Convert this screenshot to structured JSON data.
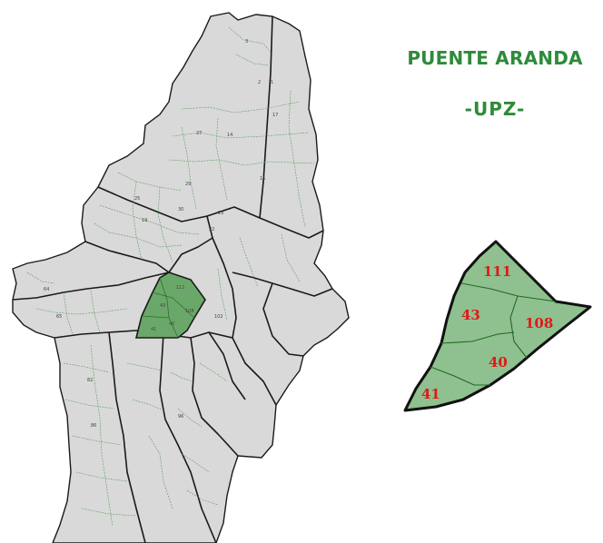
{
  "title": {
    "main": "PUENTE ARANDA",
    "sub": "-UPZ-"
  },
  "colors": {
    "title": "#2e8b3a",
    "locality_fill": "#d9d9d9",
    "highlight_fill": "#6aa86a",
    "detail_fill": "#8fc08f",
    "upz_label": "#e01818",
    "boundary": "#1a1a1a",
    "upz_lines": "#3a8a3a"
  },
  "upz": [
    {
      "id": "upz-111",
      "label": "111"
    },
    {
      "id": "upz-43",
      "label": "43"
    },
    {
      "id": "upz-108",
      "label": "108"
    },
    {
      "id": "upz-40",
      "label": "40"
    },
    {
      "id": "upz-41",
      "label": "41"
    }
  ],
  "map_numbers": [
    "3",
    "2",
    "1",
    "17",
    "27",
    "14",
    "15",
    "23",
    "22",
    "19",
    "111",
    "43",
    "108",
    "40",
    "41",
    "29",
    "25",
    "30",
    "64",
    "65",
    "82",
    "86",
    "96",
    "102"
  ]
}
